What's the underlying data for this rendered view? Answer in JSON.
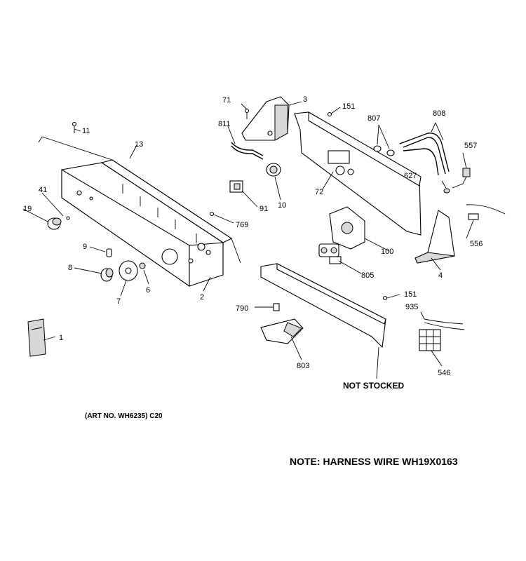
{
  "labels": {
    "p1": "1",
    "p2": "2",
    "p3": "3",
    "p4": "4",
    "p6": "6",
    "p7": "7",
    "p8": "8",
    "p9": "9",
    "p10": "10",
    "p11": "11",
    "p13": "13",
    "p19": "19",
    "p41": "41",
    "p71": "71",
    "p72": "72",
    "p91": "91",
    "p100": "100",
    "p151a": "151",
    "p151b": "151",
    "p546": "546",
    "p556": "556",
    "p557": "557",
    "p627": "627",
    "p769": "769",
    "p790": "790",
    "p803": "803",
    "p805": "805",
    "p807": "807",
    "p808": "808",
    "p811": "811",
    "p935": "935"
  },
  "not_stocked": "NOT STOCKED",
  "art_no": "(ART NO. WH6235) C20",
  "note": "NOTE: HARNESS WIRE WH19X0163"
}
